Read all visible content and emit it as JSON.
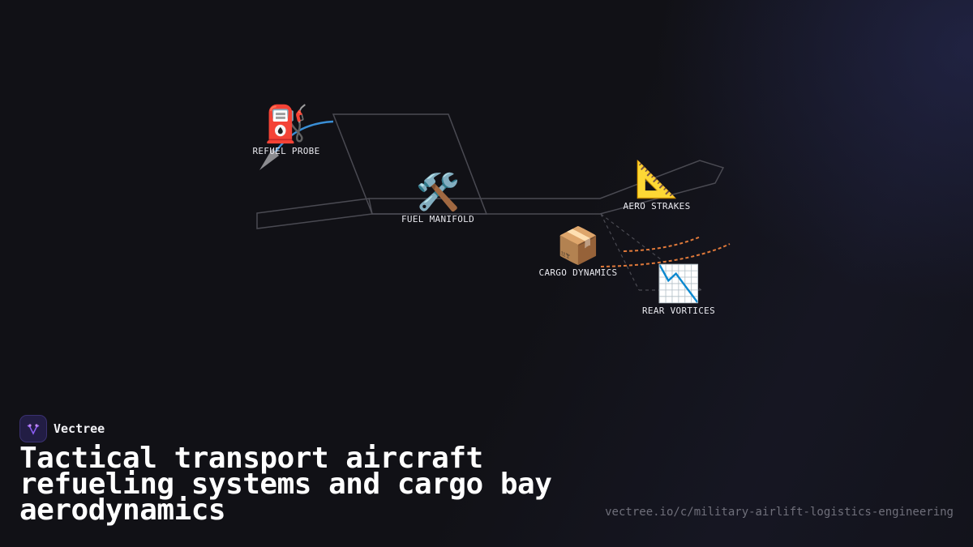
{
  "nodes": [
    {
      "id": "refuel",
      "icon": "fuel-pump-icon",
      "emoji": "⛽",
      "label": "REFUEL PROBE"
    },
    {
      "id": "manifold",
      "icon": "hammer-wrench-icon",
      "emoji": "🛠️",
      "label": "FUEL MANIFOLD"
    },
    {
      "id": "strakes",
      "icon": "triangle-ruler-icon",
      "emoji": "📐",
      "label": "AERO STRAKES"
    },
    {
      "id": "cargo",
      "icon": "package-icon",
      "emoji": "📦",
      "label": "CARGO DYNAMICS"
    },
    {
      "id": "vortices",
      "icon": "chart-decreasing-icon",
      "emoji": "📉",
      "label": "REAR VORTICES"
    }
  ],
  "brand": {
    "name": "Vectree"
  },
  "title": "Tactical transport aircraft refueling systems and cargo bay aerodynamics",
  "url": "vectree.io/c/military-airlift-logistics-engineering",
  "colors": {
    "background": "#111116",
    "outline": "#4a4a52",
    "probe_line": "#3a8fd6",
    "airflow": "#e0793a",
    "accent": "#8a5cf0"
  }
}
